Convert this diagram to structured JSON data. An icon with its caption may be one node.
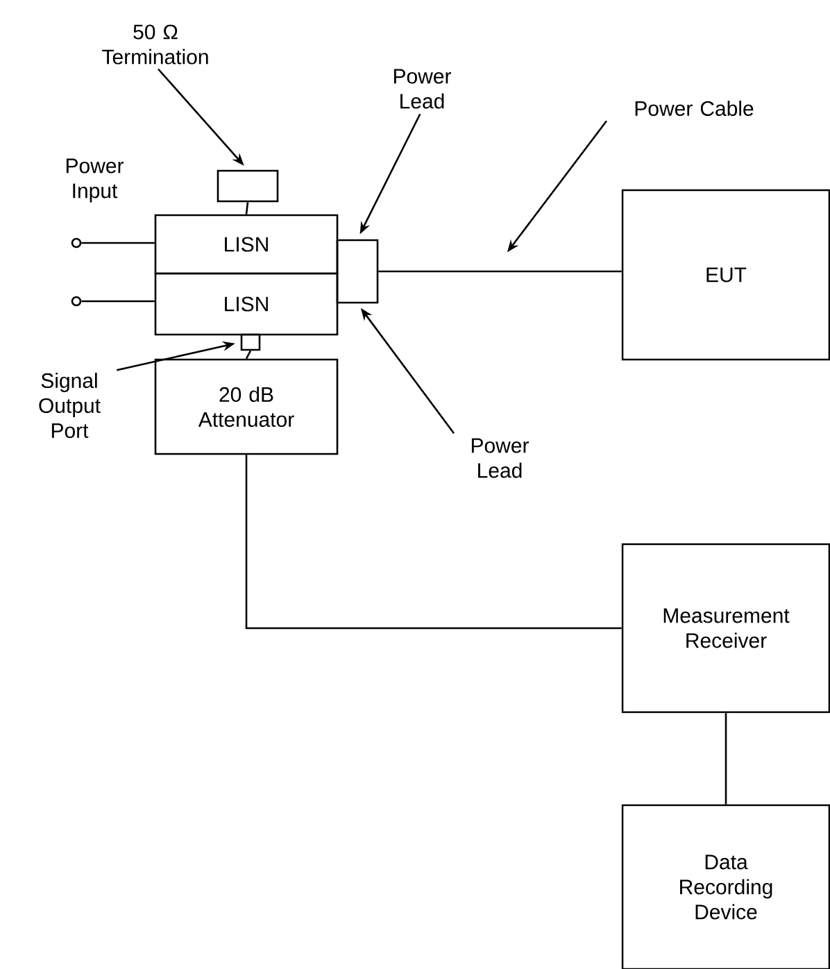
{
  "diagram": {
    "nodes": [
      {
        "text": [
          "LISN"
        ]
      },
      {
        "text": [
          "LISN"
        ]
      },
      {
        "text": [
          "20 dB Attenuator"
        ]
      },
      {
        "text": [
          "EUT"
        ]
      },
      {
        "text": [
          "Measurement Receiver"
        ]
      },
      {
        "text": [
          "Data Recording Device"
        ]
      },
      {
        "text": [],
        "shape": "box"
      },
      {
        "text": [
          "50 Ω Termination"
        ]
      },
      {
        "text": [],
        "shape": "box"
      },
      {
        "text": [
          "Power Lead"
        ]
      },
      {
        "text": [
          "Power Cable"
        ]
      },
      {
        "text": [
          "Power Lead"
        ]
      },
      {
        "text": [
          "Signal Output Port"
        ]
      },
      {
        "text": [],
        "shape": "box"
      },
      {
        "text": [],
        "shape": "circle"
      },
      {
        "text": [],
        "shape": "circle"
      }
    ],
    "edges": [
      {
        "from": 7,
        "to": 6,
        "arrow": "to"
      },
      {
        "from": 6,
        "to": 0,
        "arrow": "none"
      },
      {
        "from": 9,
        "to": 8,
        "arrow": "to"
      },
      {
        "from": 11,
        "to": 8,
        "arrow": "to"
      },
      {
        "from": 10,
        "to": null,
        "arrow": "to"
      },
      {
        "from": 8,
        "to": 3,
        "arrow": "none"
      },
      {
        "from": 14,
        "to": 0,
        "arrow": "none"
      },
      {
        "from": 15,
        "to": 1,
        "arrow": "none"
      },
      {
        "from": 12,
        "to": 13,
        "arrow": "to"
      },
      {
        "from": 13,
        "to": 2,
        "arrow": "none"
      },
      {
        "from": 2,
        "to": 4,
        "arrow": "none"
      },
      {
        "from": 4,
        "to": 5,
        "arrow": "none"
      }
    ],
    "labels": [
      "Power Input"
    ]
  }
}
